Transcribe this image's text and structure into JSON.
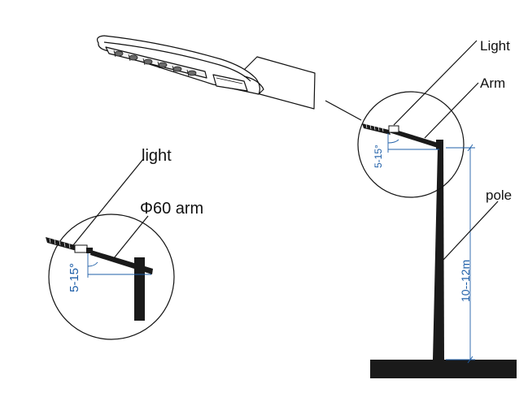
{
  "colors": {
    "line": "#111111",
    "dimension": "#1f5fa8",
    "background": "#ffffff"
  },
  "labels": {
    "light_right": "Light",
    "arm_right": "Arm",
    "pole_right": "pole",
    "height_range": "10--12m",
    "tilt_right": "5-15°",
    "light_left": "light",
    "arm_left": "Φ60 arm",
    "tilt_left": "5-15°"
  }
}
